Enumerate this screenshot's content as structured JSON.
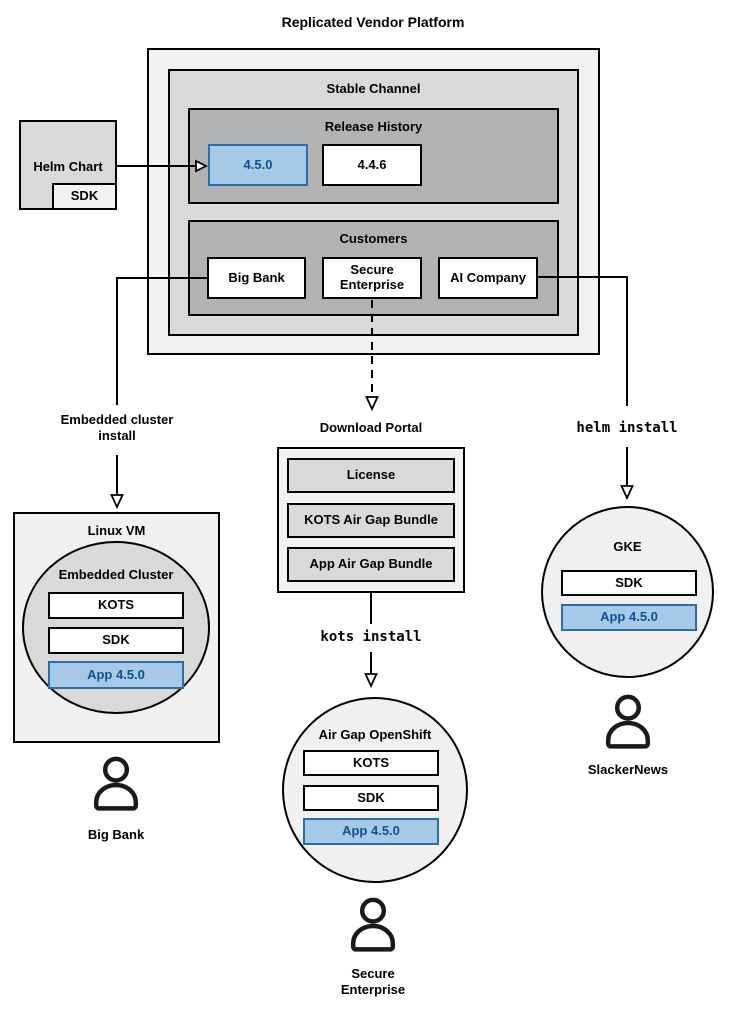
{
  "diagram_title": "Replicated Vendor Platform",
  "platform": {
    "channel_title": "Stable Channel",
    "release_history": {
      "title": "Release History",
      "releases": [
        "4.5.0",
        "4.4.6"
      ]
    },
    "customers": {
      "title": "Customers",
      "items": [
        "Big Bank",
        "Secure Enterprise",
        "AI Company"
      ]
    }
  },
  "helm_chart": {
    "title": "Helm Chart",
    "sdk_label": "SDK"
  },
  "connectors": {
    "embedded_install_label": "Embedded cluster install",
    "kots_install_label": "kots install",
    "helm_install_label": "helm install"
  },
  "download_portal": {
    "title": "Download Portal",
    "items": [
      "License",
      "KOTS Air Gap Bundle",
      "App Air Gap Bundle"
    ]
  },
  "linux_vm": {
    "title": "Linux VM",
    "cluster_title": "Embedded Cluster",
    "components": [
      "KOTS",
      "SDK",
      "App 4.5.0"
    ]
  },
  "air_gap_openshift": {
    "title": "Air Gap OpenShift",
    "components": [
      "KOTS",
      "SDK",
      "App 4.5.0"
    ]
  },
  "gke": {
    "title": "GKE",
    "components": [
      "SDK",
      "App 4.5.0"
    ]
  },
  "personas": {
    "big_bank": "Big Bank",
    "secure_enterprise": "Secure Enterprise",
    "slackernews": "SlackerNews"
  },
  "colors": {
    "highlight_fill": "#a6c9e8",
    "highlight_border": "#2e6da4",
    "highlight_text": "#11518f",
    "box_light": "#f2f2f2",
    "box_mid": "#d9d9d9",
    "box_dark": "#b2b2b2",
    "node_fill": "#f0f0f0",
    "line": "#000000"
  }
}
